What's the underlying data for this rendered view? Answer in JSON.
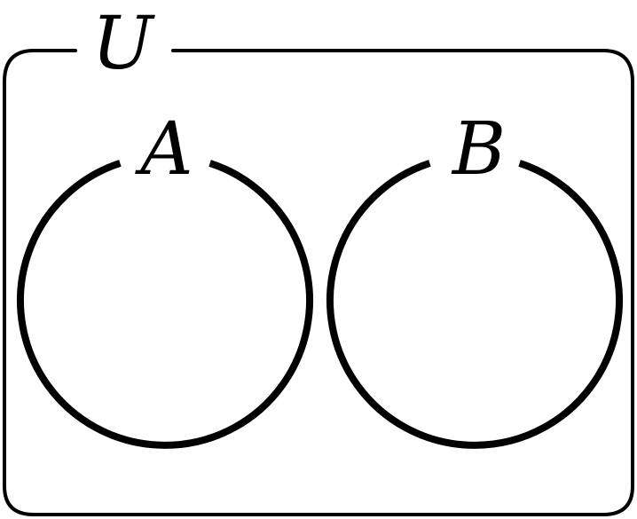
{
  "diagram": {
    "type": "venn",
    "universe": {
      "label": "U"
    },
    "sets": [
      {
        "label": "A"
      },
      {
        "label": "B"
      }
    ],
    "relationship": "disjoint",
    "colors": {
      "stroke": "#000000",
      "background": "#ffffff"
    }
  }
}
